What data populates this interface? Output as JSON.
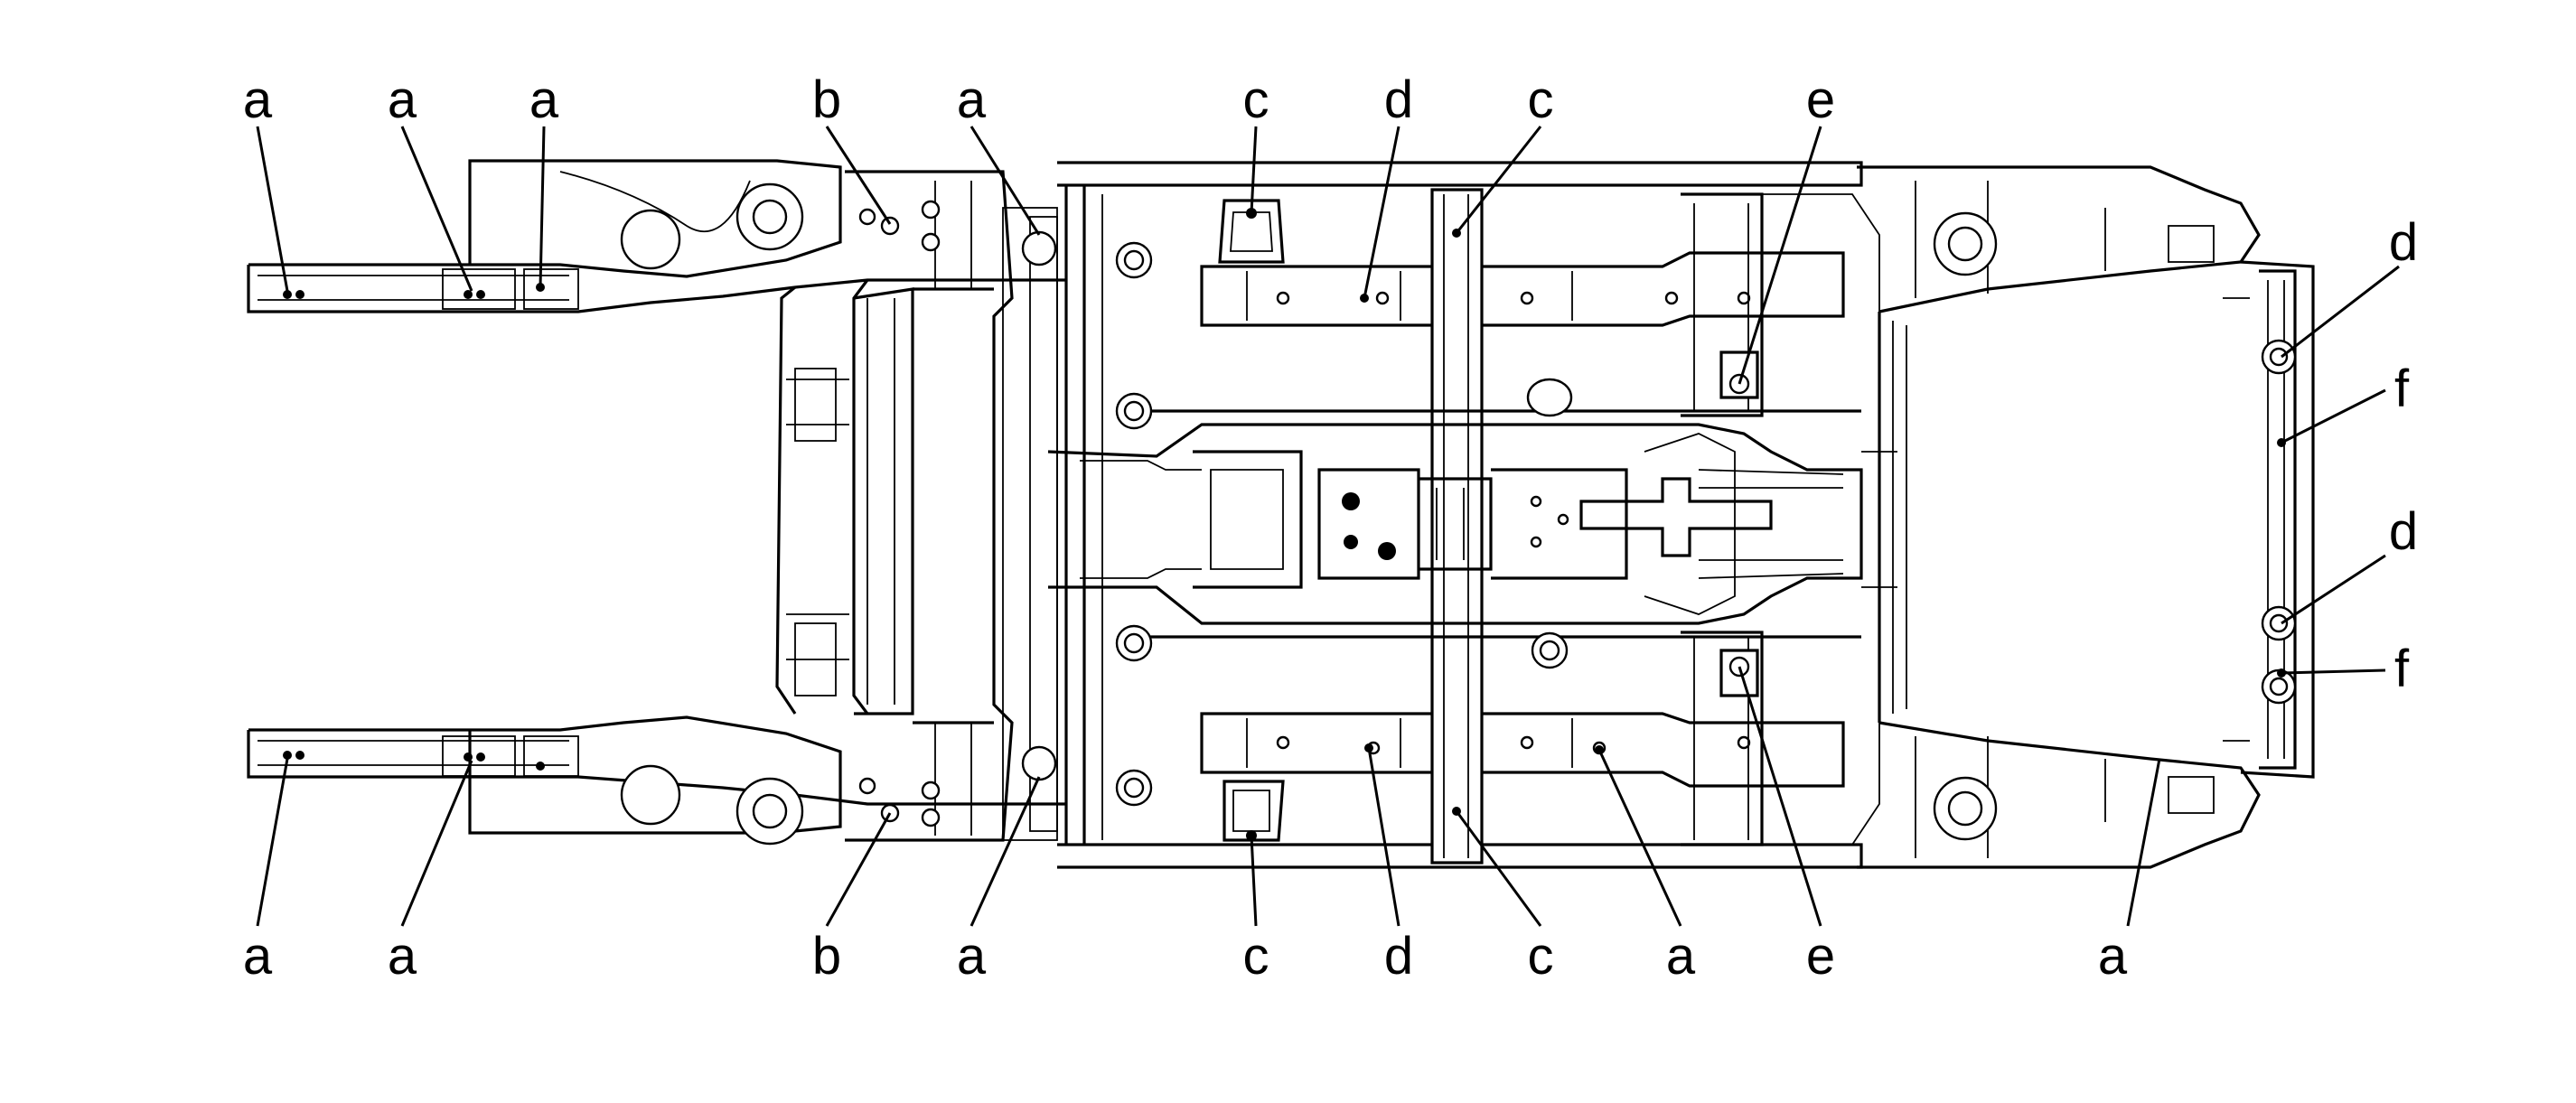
{
  "diagram": {
    "callouts": [
      {
        "id": "a-top-1",
        "label": "a"
      },
      {
        "id": "a-top-2",
        "label": "a"
      },
      {
        "id": "a-top-3",
        "label": "a"
      },
      {
        "id": "b-top",
        "label": "b"
      },
      {
        "id": "a-top-4",
        "label": "a"
      },
      {
        "id": "c-top-1",
        "label": "c"
      },
      {
        "id": "d-top",
        "label": "d"
      },
      {
        "id": "c-top-2",
        "label": "c"
      },
      {
        "id": "e-top",
        "label": "e"
      },
      {
        "id": "d-right-1",
        "label": "d"
      },
      {
        "id": "f-right-1",
        "label": "f"
      },
      {
        "id": "d-right-2",
        "label": "d"
      },
      {
        "id": "f-right-2",
        "label": "f"
      },
      {
        "id": "a-bot-1",
        "label": "a"
      },
      {
        "id": "a-bot-2",
        "label": "a"
      },
      {
        "id": "b-bot",
        "label": "b"
      },
      {
        "id": "a-bot-3",
        "label": "a"
      },
      {
        "id": "c-bot-1",
        "label": "c"
      },
      {
        "id": "d-bot",
        "label": "d"
      },
      {
        "id": "c-bot-2",
        "label": "c"
      },
      {
        "id": "a-bot-4",
        "label": "a"
      },
      {
        "id": "e-bot",
        "label": "e"
      },
      {
        "id": "a-bot-5",
        "label": "a"
      }
    ]
  }
}
